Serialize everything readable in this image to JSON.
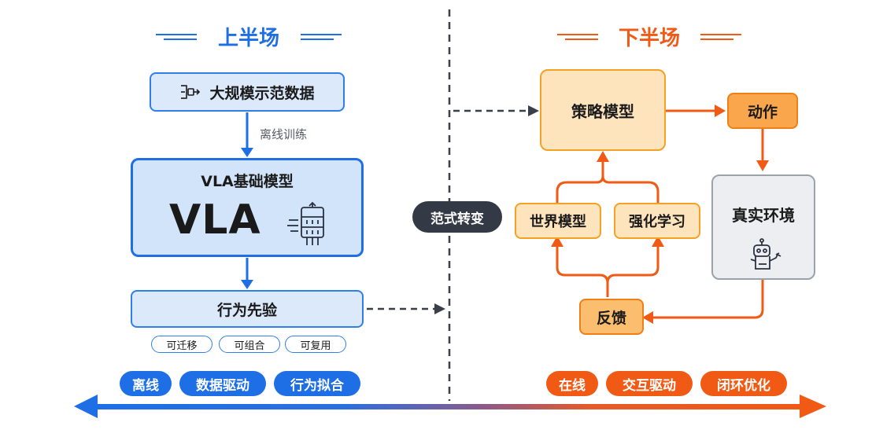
{
  "left": {
    "title": "上半场",
    "data_box": "大规模示范数据",
    "offline_training": "离线训练",
    "vla_box_title": "VLA基础模型",
    "vla_big_text": "VLA",
    "behavior_prior": "行为先验",
    "properties": [
      "可迁移",
      "可组合",
      "可复用"
    ],
    "tags": [
      "离线",
      "数据驱动",
      "行为拟合"
    ]
  },
  "center": {
    "paradigm_shift": "范式转变"
  },
  "right": {
    "title": "下半场",
    "policy_model": "策略模型",
    "action": "动作",
    "world_model": "世界模型",
    "rl": "强化学习",
    "real_env": "真实环境",
    "feedback": "反馈",
    "tags": [
      "在线",
      "交互驱动",
      "闭环优化"
    ]
  },
  "colors": {
    "blue": "#1e6fe6",
    "orange": "#f05a14",
    "dark": "#333945"
  }
}
